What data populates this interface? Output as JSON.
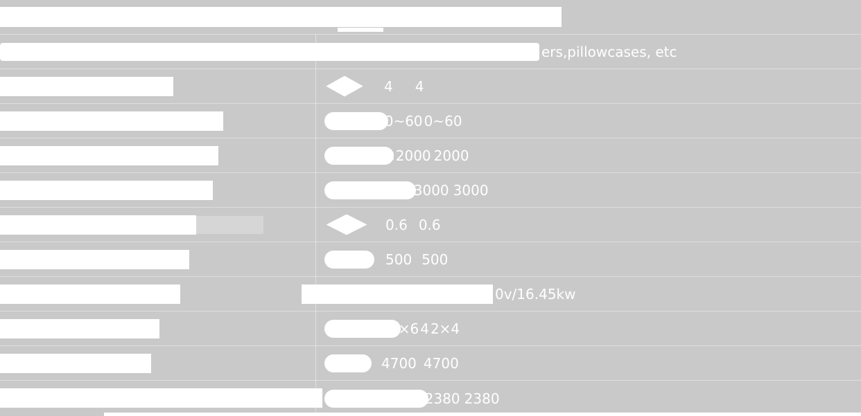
{
  "page": {
    "background_color": "#c9c9c9",
    "text_color": "#ffffff"
  },
  "rows": {
    "r2": {
      "text": "ers,pillowcases, etc"
    },
    "r3": {
      "v1": "4",
      "v2": "4"
    },
    "r4": {
      "v1": "10~60",
      "v2": "0~60"
    },
    "r5": {
      "v1": "×2000",
      "v2": "2000"
    },
    "r6": {
      "v1": "×3000",
      "v2": "3000"
    },
    "r7": {
      "v1": "0.6",
      "v2": "0.6"
    },
    "r8": {
      "v1": "500",
      "v2": "500"
    },
    "r9": {
      "v1": "0v/16.45kw"
    },
    "r10": {
      "v1": "2×6",
      "v2": "4",
      "v3": "2×4"
    },
    "r11": {
      "v1": "4700",
      "v2": "4700"
    },
    "r12": {
      "v1": "×2380",
      "v2": "2380"
    }
  }
}
